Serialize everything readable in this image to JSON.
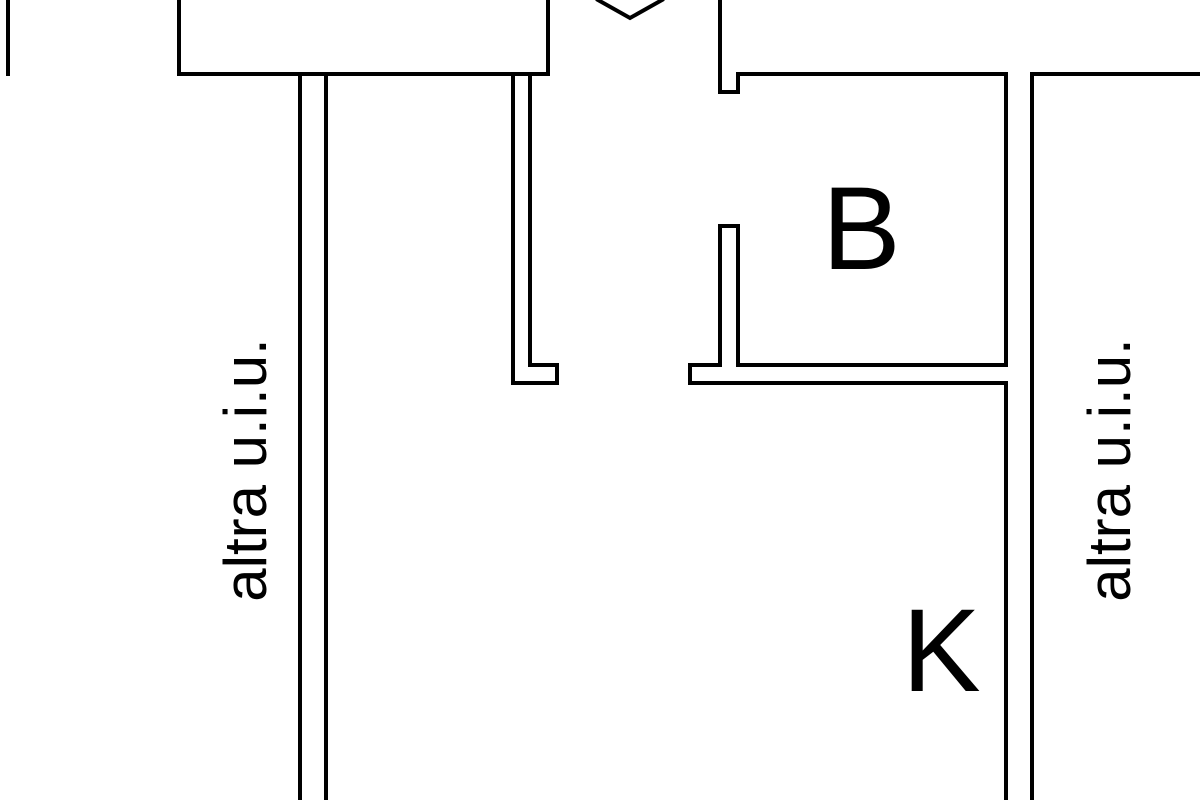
{
  "floor_plan": {
    "rooms": {
      "bathroom_label": "B",
      "kitchen_label": "K"
    },
    "neighbors": {
      "left_label": "altra u.i.u.",
      "right_label": "altra u.i.u."
    },
    "colors": {
      "wall": "#000000",
      "background": "#ffffff"
    }
  }
}
